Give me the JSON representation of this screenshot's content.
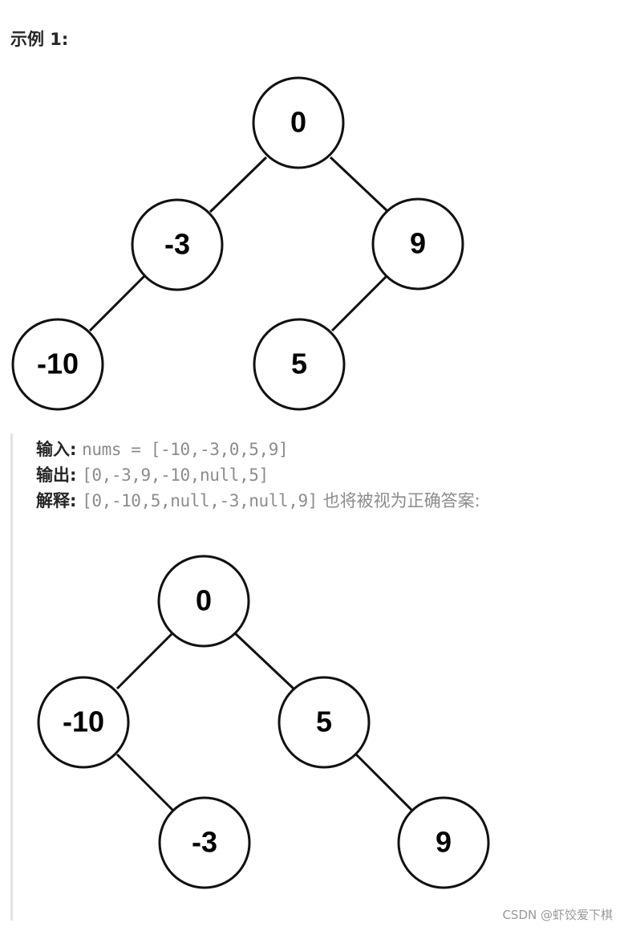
{
  "heading": "示例 1:",
  "example": {
    "input_label": "输入:",
    "input_value": "nums = [-10,-3,0,5,9]",
    "output_label": "输出:",
    "output_value": "[0,-3,9,-10,null,5]",
    "explain_label": "解释:",
    "explain_value": "[0,-10,5,null,-3,null,9]",
    "explain_note": "也将被视为正确答案:"
  },
  "tree1": {
    "nodes": [
      "0",
      "-3",
      "9",
      "-10",
      "5"
    ]
  },
  "tree2": {
    "nodes": [
      "0",
      "-10",
      "5",
      "-3",
      "9"
    ]
  },
  "watermark": "CSDN @虾饺爱下棋"
}
